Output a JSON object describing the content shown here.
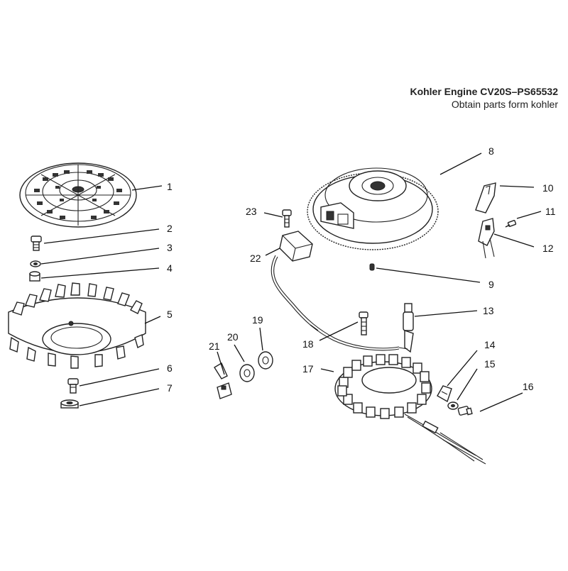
{
  "header": {
    "title": "Kohler Engine CV20S–PS65532",
    "subtitle": "Obtain  parts form kohler"
  },
  "callouts": [
    {
      "id": "1",
      "label": "1"
    },
    {
      "id": "2",
      "label": "2"
    },
    {
      "id": "3",
      "label": "3"
    },
    {
      "id": "4",
      "label": "4"
    },
    {
      "id": "5",
      "label": "5"
    },
    {
      "id": "6",
      "label": "6"
    },
    {
      "id": "7",
      "label": "7"
    },
    {
      "id": "8",
      "label": "8"
    },
    {
      "id": "9",
      "label": "9"
    },
    {
      "id": "10",
      "label": "10"
    },
    {
      "id": "11",
      "label": "11"
    },
    {
      "id": "12",
      "label": "12"
    },
    {
      "id": "13",
      "label": "13"
    },
    {
      "id": "14",
      "label": "14"
    },
    {
      "id": "15",
      "label": "15"
    },
    {
      "id": "16",
      "label": "16"
    },
    {
      "id": "17",
      "label": "17"
    },
    {
      "id": "18",
      "label": "18"
    },
    {
      "id": "19",
      "label": "19"
    },
    {
      "id": "20",
      "label": "20"
    },
    {
      "id": "21",
      "label": "21"
    },
    {
      "id": "22",
      "label": "22"
    },
    {
      "id": "23",
      "label": "23"
    }
  ]
}
